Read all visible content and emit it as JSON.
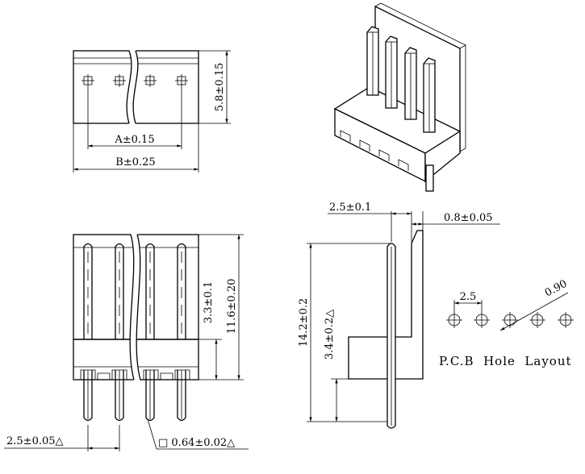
{
  "top_view": {
    "dim_a": "A±0.15",
    "dim_b": "B±0.25",
    "dim_height": "5.8±0.15"
  },
  "front_view": {
    "dim_upper": "3.3±0.1",
    "dim_total": "11.6±0.20",
    "dim_pitch": "2.5±0.05△",
    "dim_pin": "□ 0.64±0.02△"
  },
  "side_view": {
    "dim_top_left": "2.5±0.1",
    "dim_top_right": "0.8±0.05",
    "dim_total": "14.2±0.2",
    "dim_lower": "3.4±0.2△"
  },
  "pcb_layout": {
    "pitch": "2.5",
    "hole": "0.90",
    "caption": "P.C.B  Hole  Layout"
  }
}
